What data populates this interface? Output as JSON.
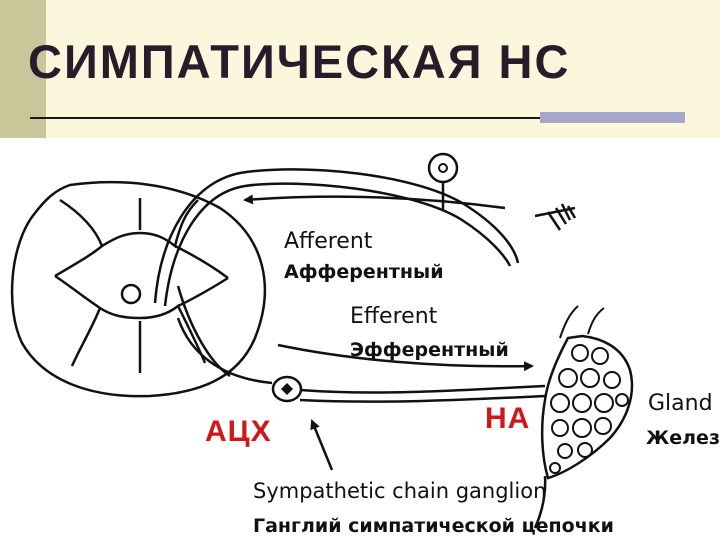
{
  "slide": {
    "title": "СИМПАТИЧЕСКАЯ НС"
  },
  "diagram": {
    "afferent_en": "Afferent",
    "afferent_ru": "Афферентный",
    "efferent_en": "Efferent",
    "efferent_ru": "Эфферентный",
    "gland_en": "Gland",
    "gland_ru": "Железа",
    "ganglion_en": "Sympathetic chain ganglion",
    "ganglion_ru": "Ганглий симпатической цепочки",
    "ach_label": "АЦХ",
    "na_label": "НА",
    "label_color": "#d01818"
  }
}
